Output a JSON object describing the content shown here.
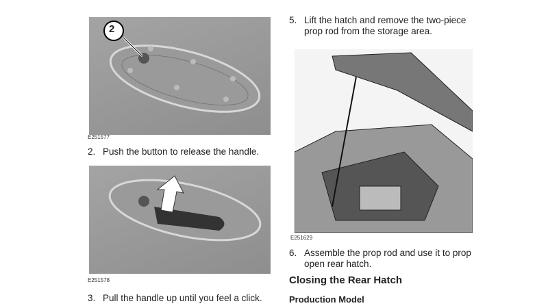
{
  "figures": [
    {
      "code": "E251577",
      "callout": "2"
    },
    {
      "code": "E251578"
    },
    {
      "code": "E251629"
    }
  ],
  "steps": [
    {
      "num": "2.",
      "text": "Push the button to release the handle."
    },
    {
      "num": "3.",
      "text": "Pull the handle up until you feel a click."
    },
    {
      "num": "5.",
      "text": "Lift the hatch and remove the two-piece prop rod from the storage area."
    },
    {
      "num": "6.",
      "text": "Assemble the prop rod and use it to prop open rear hatch."
    }
  ],
  "heading": "Closing the Rear Hatch",
  "subheading": "Production Model"
}
